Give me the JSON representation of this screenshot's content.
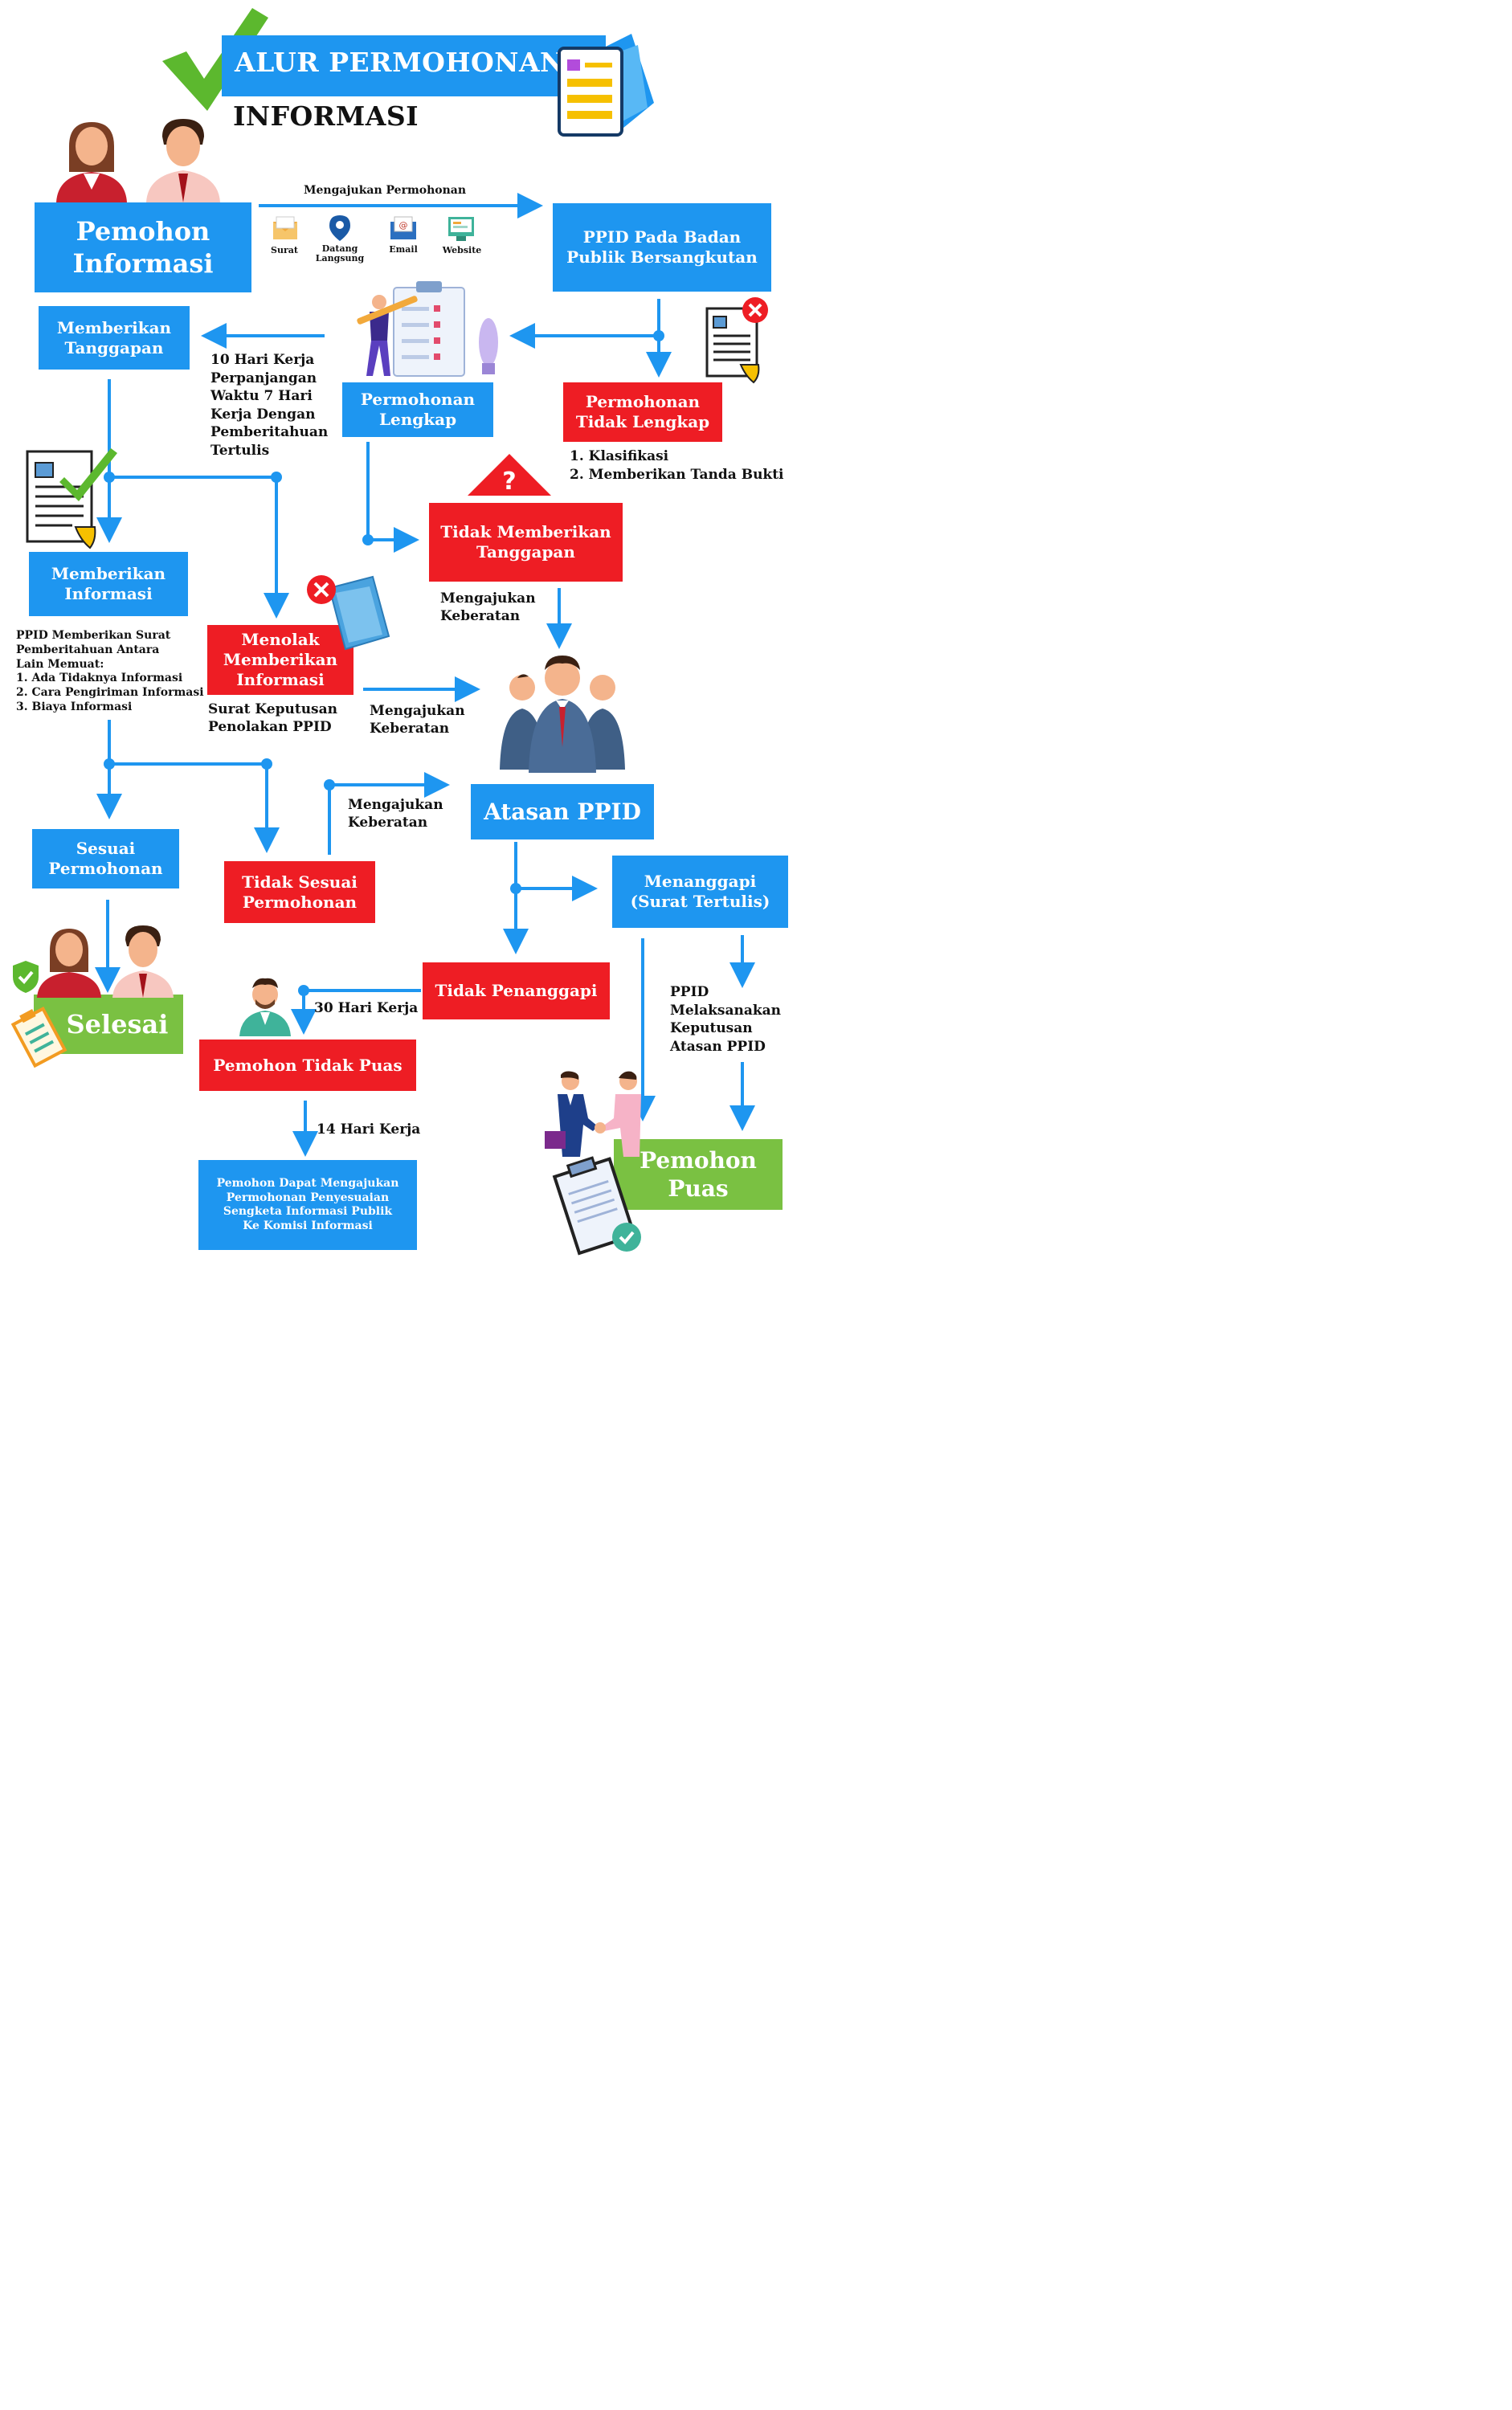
{
  "title": {
    "line1": "ALUR PERMOHONAN",
    "line2": "INFORMASI"
  },
  "colors": {
    "blue": "#1e96f0",
    "red": "#ee1d24",
    "green": "#7ac142",
    "arrow": "#1e96f0"
  },
  "top": {
    "arrow_label": "Mengajukan Permohonan",
    "channels": [
      "Surat",
      "Datang Langsung",
      "Email",
      "Website"
    ]
  },
  "nodes": {
    "pemohon_informasi": "Pemohon Informasi",
    "ppid_badan": "PPID Pada Badan Publik Bersangkutan",
    "memberikan_tanggapan": "Memberikan Tanggapan",
    "permohonan_lengkap": "Permohonan Lengkap",
    "permohonan_tidak_lengkap": "Permohonan Tidak Lengkap",
    "tidak_memberikan_tanggapan": "Tidak Memberikan Tanggapan",
    "memberikan_informasi": "Memberikan Informasi",
    "menolak_memberikan_informasi": "Menolak Memberikan Informasi",
    "atasan_ppid": "Atasan PPID",
    "sesuai_permohonan": "Sesuai Permohonan",
    "tidak_sesuai_permohonan": "Tidak Sesuai Permohonan",
    "menanggapi": "Menanggapi (Surat Tertulis)",
    "tidak_penanggapi": "Tidak Penanggapi",
    "selesai": "Selesai",
    "pemohon_tidak_puas": "Pemohon Tidak Puas",
    "pemohon_puas": "Pemohon Puas",
    "komisi": "Pemohon Dapat Mengajukan Permohonan Penyesuaian Sengketa Informasi Publik Ke Komisi Informasi"
  },
  "notes": {
    "hari_kerja_10": "10 Hari Kerja Perpanjangan Waktu 7 Hari Kerja Dengan Pemberitahuan Tertulis",
    "klasifikasi": [
      "1. Klasifikasi",
      "2. Memberikan Tanda Bukti"
    ],
    "keberatan_1": "Mengajukan Keberatan",
    "keberatan_2": "Mengajukan Keberatan",
    "keberatan_3": "Mengajukan Keberatan",
    "ppid_surat": {
      "intro": "PPID Memberikan Surat Pemberitahuan Antara Lain Memuat:",
      "items": [
        "1. Ada Tidaknya Informasi",
        "2. Cara Pengiriman Informasi",
        "3. Biaya Informasi"
      ]
    },
    "surat_keputusan": "Surat Keputusan Penolakan PPID",
    "ppid_melaksanakan": "PPID Melaksanakan Keputusan Atasan PPID",
    "hari_kerja_30": "30 Hari Kerja",
    "hari_kerja_14": "14 Hari Kerja"
  }
}
